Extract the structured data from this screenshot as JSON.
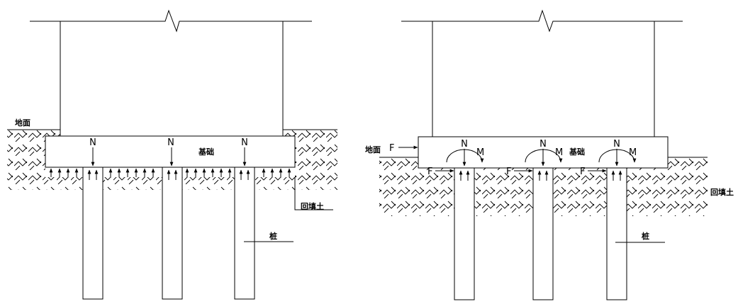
{
  "colors": {
    "line": "#000000",
    "background": "#ffffff"
  },
  "left": {
    "ground_label": "地面",
    "foundation_label": "基础",
    "backfill_label": "回填土",
    "pile_label": "桩",
    "load_labels": [
      "N",
      "N",
      "N"
    ]
  },
  "right": {
    "ground_label": "地面",
    "foundation_label": "基础",
    "backfill_label": "回填土",
    "pile_label": "桩",
    "side_force_label": "F",
    "pile_force_labels": [
      "F",
      "F",
      "F"
    ],
    "axial_labels": [
      "N",
      "N",
      "N"
    ],
    "moment_labels": [
      "M",
      "M",
      "M"
    ]
  }
}
